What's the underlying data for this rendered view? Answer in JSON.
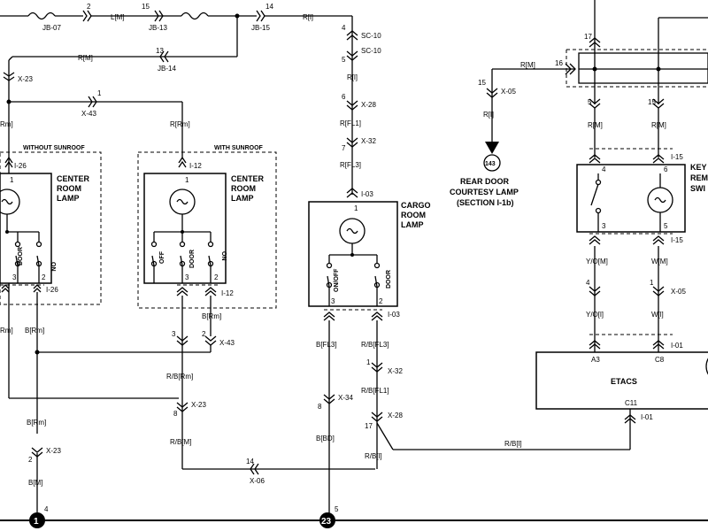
{
  "fuses": {
    "f1": "2",
    "f2": "15",
    "f3": "14"
  },
  "jb": {
    "jb07": "JB-07",
    "jb13": "JB-13",
    "jb15": "JB-15",
    "jb14": "JB-14",
    "jb14_pin": "13"
  },
  "wires": {
    "l_m": "L[M]",
    "r_l": "R[l]",
    "r_m": "R[M]",
    "r_rm": "R[Rm]",
    "r_l2": "R[l]",
    "r_fl1": "R[FL1]",
    "r_fl3": "R[FL3]",
    "b_rm": "B[Rm]",
    "b_rm2": "B[Rm]",
    "rb_rm": "R/B[Rm]",
    "rb_m": "R/B[M]",
    "b_m": "B[M]",
    "b_fl3": "B[FL3]",
    "b_bd": "B[BD]",
    "rb_fl3": "R/B[FL3]",
    "rb_fl1": "R/B[FL1]",
    "rb_l": "R/B[l]",
    "rb_l2": "R/B[l]",
    "r_m2": "R[M]",
    "r_m3": "R[M]",
    "r_m4": "R[M]",
    "yo_m": "Y/O[M]",
    "w_m": "W[M]",
    "yo_l": "Y/O[l]",
    "w_l": "W[l]",
    "rm_left": "Rm]",
    "rm_left2": "Rm]"
  },
  "connectors": {
    "x23a": "X-23",
    "x43a": "X-43",
    "x43a_pin": "1",
    "i26a": "I-26",
    "i26b": "I-26",
    "i12a": "I-12",
    "i12b": "I-12",
    "sc10a": "SC-10",
    "sc10a_pin": "4",
    "sc10b": "SC-10",
    "sc10b_pin": "5",
    "x28a": "X-28",
    "x28a_pin": "6",
    "x32a": "X-32",
    "x32a_pin": "7",
    "i03a": "I-03",
    "i03b": "I-03",
    "x05a": "X-05",
    "x05a_pin": "15",
    "x43b": "X-43",
    "x43b_pin3": "3",
    "x43b_pin2": "2",
    "x23b": "X-23",
    "x23b_pin": "8",
    "x23c": "X-23",
    "x23c_pin": "2",
    "x06": "X-06",
    "x06_pin": "14",
    "x32b": "X-32",
    "x32b_pin": "1",
    "x34": "X-34",
    "x34_pin": "8",
    "x28b": "X-28",
    "x28b_pin": "17",
    "i15a": "I-15",
    "i15b": "I-15",
    "x05b": "X-05",
    "x05b_pin4": "4",
    "x05b_pin1": "1",
    "i01a": "I-01",
    "i01b": "I-01",
    "pin17": "17",
    "pin16": "16",
    "pin5": "5",
    "pin15": "15"
  },
  "boxes": {
    "without_sunroof": "WITHOUT SUNROOF",
    "with_sunroof": "WITH SUNROOF",
    "center_room_lamp": [
      "CENTER",
      "ROOM",
      "LAMP"
    ],
    "center_room_lamp2": [
      "CENTER",
      "ROOM",
      "LAMP"
    ],
    "cargo_room_lamp": [
      "CARGO",
      "ROOM",
      "LAMP"
    ],
    "key_remind": [
      "KEY",
      "REM",
      "SWI"
    ],
    "etacs": "ETACS",
    "etacs_a3": "A3",
    "etacs_c8": "C8",
    "etacs_c11": "C11"
  },
  "switch_labels": {
    "on": "ON",
    "off": "OFF",
    "door": "DOOR",
    "on2": "ON",
    "door2": "DOOR",
    "onoff": "ON/OFF",
    "door3": "DOOR"
  },
  "pins": {
    "c1_1": "1",
    "c1_3": "3",
    "c1_2": "2",
    "c2_1": "1",
    "c2_3": "3",
    "c2_2": "2",
    "cargo_1": "1",
    "cargo_3": "3",
    "cargo_2": "2",
    "key_4": "4",
    "key_6": "6",
    "key_3": "3",
    "key_5": "5"
  },
  "ref": {
    "circle_143": "143",
    "rear_door": [
      "REAR DOOR",
      "COURTESY LAMP",
      "(SECTION I-1b)"
    ],
    "ground_1": "1",
    "ground_1_pin": "4",
    "ground_23": "23",
    "ground_23_pin": "5"
  }
}
